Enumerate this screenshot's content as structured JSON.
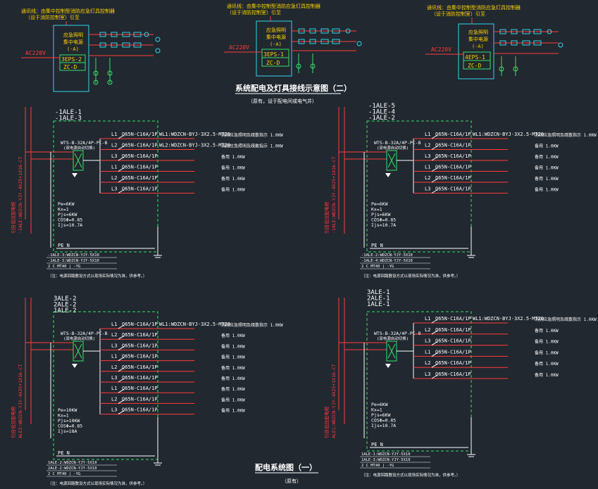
{
  "colors": {
    "background": "#212830",
    "cyan": "#33d6e6",
    "green": "#38e06a",
    "red": "#ff3b3b",
    "yellow": "#ffd400",
    "white": "#ffffff",
    "orange": "#ff9a2a"
  },
  "top": {
    "title": "系统配电及灯具接线示意图（二）",
    "subtitle": "（原有，设于配电间或电气井）",
    "panels": [
      {
        "note1": "通讯线：由集中控制型消防应急灯具控制器",
        "note2": "（设于消防控制室）引至",
        "source": "AC220V",
        "device1": "应急照明",
        "device2": "集中电源",
        "device3": "(-A)",
        "box_code": "3EPS-2",
        "box_type": "ZC-D"
      },
      {
        "note1": "通讯线：由集中控制型消防应急灯具控制器",
        "note2": "（设于消防控制室）引至",
        "source": "AC220V",
        "device1": "应急照明",
        "device2": "集中电源",
        "device3": "(-A)",
        "box_code": "3EPS-1",
        "box_type": "ZC-D"
      },
      {
        "note1": "通讯线：由集中控制型消防应急灯具控制器",
        "note2": "（设于消防控制室）引至",
        "source": "AC220V",
        "device1": "应急照明",
        "device2": "集中电源",
        "device3": "(-A)",
        "box_code": "4EPS-1",
        "box_type": "ZC-D"
      }
    ]
  },
  "bottom": {
    "title": "配电系统图（一）",
    "subtitle": "（原有）"
  },
  "diagrams": [
    {
      "names": [
        "-1ALE-1",
        "-1ALE-3"
      ],
      "ats": "WTS-B-32A/4P-PC-B",
      "ats_note": "(双电源自动切换)",
      "feeder_label": "引自低压配电柜",
      "feeder_cable": "-1ALE:WDZCN-YJY-4X25+1X16-CT",
      "circuits": [
        {
          "phase": "L1",
          "breaker": "Q65N-C16A/1P",
          "cable": "WL1:WDZCN-BYJ-3X2.5-MT20",
          "load": "消防应急照明及疏散指示 1.0KW"
        },
        {
          "phase": "L2",
          "breaker": "Q65N-C16A/1P",
          "cable": "WL2:WDZCN-BYJ-3X2.5-MT20",
          "load": "消防应急照明及疏散指示 1.0KW"
        },
        {
          "phase": "L3",
          "breaker": "Q65N-C16A/1P",
          "cable": "",
          "load": "备用 1.0KW"
        },
        {
          "phase": "L1",
          "breaker": "Q65N-C16A/1P",
          "cable": "",
          "load": "备用 1.0KW"
        },
        {
          "phase": "L2",
          "breaker": "Q65N-C16A/1P",
          "cable": "",
          "load": "备用 1.0KW"
        },
        {
          "phase": "L3",
          "breaker": "Q65N-C16A/1P",
          "cable": "",
          "load": "备用 1.0KW"
        }
      ],
      "calc": [
        "Pe=6KW",
        "Kx=1",
        "Pjs=6KW",
        "COSΦ=0.85",
        "Ijs=10.7A"
      ],
      "bus": "PE    N",
      "legend": [
        "-1ALE-3:WDZCN-YJY-5X10",
        "-1ALE-3:WDZCN-YJY-5X10",
        "2 C MT40 | -YG"
      ],
      "footnote": "（注：电源回路敷设方式以现场实际情况为准，供参考。）"
    },
    {
      "names": [
        "-1ALE-5",
        "-1ALE-4",
        "-1ALE-2"
      ],
      "ats": "WTS-B-32A/4P-PC-B",
      "ats_note": "(双电源自动切换)",
      "feeder_label": "引自低压配电柜",
      "feeder_cable": "-1ALE:WDZCN-YJY-4X25+1X16-CT",
      "circuits": [
        {
          "phase": "L1",
          "breaker": "Q65N-C16A/1P",
          "cable": "WL1:WDZCN-BYJ-3X2.5-MT20",
          "load": "消防应急照明及疏散指示 1.0KW"
        },
        {
          "phase": "L2",
          "breaker": "Q65N-C16A/1P",
          "cable": "",
          "load": "备用 1.0KW"
        },
        {
          "phase": "L3",
          "breaker": "Q65N-C16A/1P",
          "cable": "",
          "load": "备用 1.0KW"
        },
        {
          "phase": "L1",
          "breaker": "Q65N-C16A/1P",
          "cable": "",
          "load": "备用 1.0KW"
        },
        {
          "phase": "L2",
          "breaker": "Q65N-C16A/1P",
          "cable": "",
          "load": "备用 1.0KW"
        },
        {
          "phase": "L3",
          "breaker": "Q65N-C16A/1P",
          "cable": "",
          "load": "备用 1.0KW"
        }
      ],
      "calc": [
        "Pe=6KW",
        "Kx=1",
        "Pjs=6KW",
        "COSΦ=0.85",
        "Ijs=10.7A"
      ],
      "bus": "PE    N",
      "legend": [
        "-1ALE-2:WDZCN-YJY-5X10",
        "-1ALE-4:WDZCN-YJY-5X10",
        "2 C MT40 | -YG"
      ],
      "footnote": "（注：电源回路敷设方式以现场实际情况为准，供参考。）"
    },
    {
      "names": [
        "3ALE-2",
        "2ALE-2",
        "1ALE-2"
      ],
      "ats": "WTS-B-32A/4P-PC-B",
      "ats_note": "(双电源自动切换)",
      "feeder_label": "引自低压配电柜",
      "feeder_cable": "ALE2:WDZCN-YJY-4X35+1X16-CT",
      "circuits": [
        {
          "phase": "L1",
          "breaker": "Q65N-C16A/1P",
          "cable": "WL1:WDZCN-BYJ-3X2.5-MT20",
          "load": "消防应急照明及疏散指示 1.0KW"
        },
        {
          "phase": "L2",
          "breaker": "Q65N-C16A/1P",
          "cable": "",
          "load": "备用 1.0KW"
        },
        {
          "phase": "L3",
          "breaker": "Q65N-C16A/1P",
          "cable": "",
          "load": "备用 1.0KW"
        },
        {
          "phase": "L1",
          "breaker": "Q65N-C16A/1P",
          "cable": "",
          "load": "备用 1.0KW"
        },
        {
          "phase": "L2",
          "breaker": "Q65N-C16A/1P",
          "cable": "",
          "load": "备用 1.0KW"
        },
        {
          "phase": "L3",
          "breaker": "Q65N-C16A/1P",
          "cable": "",
          "load": "备用 1.0KW"
        },
        {
          "phase": "L1",
          "breaker": "Q65N-C16A/1P",
          "cable": "",
          "load": "备用 1.0KW"
        },
        {
          "phase": "L2",
          "breaker": "Q65N-C16A/1P",
          "cable": "",
          "load": "备用 1.0KW"
        },
        {
          "phase": "L3",
          "breaker": "Q65N-C16A/1P",
          "cable": "",
          "load": "备用 1.0KW"
        }
      ],
      "calc": [
        "Pe=10KW",
        "Kx=1",
        "Pjs=10KW",
        "COSΦ=0.85",
        "Ijs=18A"
      ],
      "bus": "PE    N",
      "legend": [
        "1ALE-2:WDZCN-YJY-5X10",
        "2ALE-2:WDZCN-YJY-5X10",
        "2 C MT40 | -YG"
      ],
      "footnote": "（注：电源回路敷设方式以现场实际情况为准，供参考。）"
    },
    {
      "names": [
        "3ALE-1",
        "2ALE-1",
        "1ALE-1"
      ],
      "ats": "WTS-B-32A/4P-PC-B",
      "ats_note": "(双电源自动切换)",
      "feeder_label": "引自低压配电柜",
      "feeder_cable": "ALE1:WDZCN-YJY-4X25+1X16-CT",
      "circuits": [
        {
          "phase": "L1",
          "breaker": "Q65N-C16A/1P",
          "cable": "WL1:WDZCN-BYJ-3X2.5-MT20",
          "load": "消防应急照明及疏散指示 1.0KW"
        },
        {
          "phase": "L2",
          "breaker": "Q65N-C16A/1P",
          "cable": "",
          "load": "备用 1.0KW"
        },
        {
          "phase": "L3",
          "breaker": "Q65N-C16A/1P",
          "cable": "",
          "load": "备用 1.0KW"
        },
        {
          "phase": "L1",
          "breaker": "Q65N-C16A/1P",
          "cable": "",
          "load": "备用 1.0KW"
        },
        {
          "phase": "L2",
          "breaker": "Q65N-C16A/1P",
          "cable": "",
          "load": "备用 1.0KW"
        },
        {
          "phase": "L3",
          "breaker": "Q65N-C16A/1P",
          "cable": "",
          "load": "备用 1.0KW"
        }
      ],
      "calc": [
        "Pe=6KW",
        "Kx=1",
        "Pjs=6KW",
        "COSΦ=0.85",
        "Ijs=10.7A"
      ],
      "bus": "PE    N",
      "legend": [
        "1ALE-1:WDZCN-YJY-5X10",
        "1ALE-3:WDZCN-YJY-5X10",
        "2 C MT40 | -YG"
      ],
      "footnote": "（注：电源回路敷设方式以现场实际情况为准，供参考。）"
    }
  ]
}
